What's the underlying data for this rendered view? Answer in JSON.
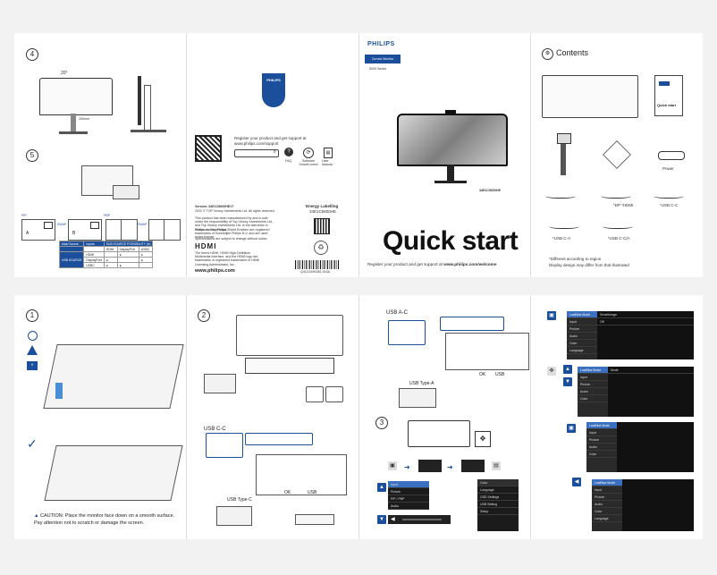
{
  "page": {
    "title": "Philips monitor Quick Start guide"
  },
  "top_left": {
    "step4": "4",
    "tilt": "20°",
    "height": "150mm",
    "step5": "5",
    "pip_label": "PIP",
    "pbp_label": "PBP",
    "swap": "SWAP",
    "a": "A",
    "b": "B",
    "main_source": "Main Source",
    "inputs": "Inputs",
    "sub_source_possibility": "SUB SOURCE POSSIBILITY (xl)",
    "sub_cols": [
      "HDMI",
      "DisplayPort",
      "USBC"
    ],
    "rows": [
      {
        "name": "HDMI",
        "marks": [
          "",
          "●",
          "●"
        ]
      },
      {
        "name": "DisplayPort",
        "marks": [
          "●",
          "",
          "●"
        ]
      },
      {
        "name": "USBC",
        "marks": [
          "●",
          "●",
          ""
        ]
      }
    ],
    "usb_source": "USB SOURCE"
  },
  "top_mid_left": {
    "brand": "PHILIPS",
    "register": "Register your product and get support at",
    "url": "www.philips.com/support",
    "faq": "FAQ",
    "software": "Software SmartControl",
    "user_manual": "User Manual",
    "version": "Version: 34E1C5600HE1T",
    "copyright": "2022 © TOP Victory Investments Ltd. All rights reserved.",
    "legal1": "This product has been manufactured by and is sold under the responsibility of Top Victory Investments Ltd., and Top Victory Investments Ltd. is the warrantor in relation to this product.",
    "legal2": "Philips and the Philips Shield Emblem are registered trademarks of Koninklijke Philips N.V. and are used under license.",
    "spec_note": "Specifications are subject to change without notice.",
    "hdmi": "HDMI",
    "hdmi_legal": "The terms HDMI, HDMI High-Definition Multimedia Interface, and the HDMI logo are trademarks or registered trademarks of HDMI Licensing Administrator, Inc.",
    "energy": "Energy Labelling",
    "energy_model": "34E1C5600HE",
    "barcode_text": "Q41G3490381 543A",
    "footer_url": "www.philips.com"
  },
  "top_cover": {
    "brand": "PHILIPS",
    "product_line": "Curved Monitor",
    "series": "5000 Series",
    "model": "34E1C5600HE",
    "title": "Quick start",
    "register": "Register your product and get support at",
    "register_url": "www.philips.com/welcome"
  },
  "top_contents": {
    "title": "Contents",
    "quick_start": "Quick start",
    "power": "Power",
    "dp_hdmi": "*DP  *HDMI",
    "usb_cc": "*USB C-C",
    "usb_ca": "*USB C-A",
    "usb_cca": "*USB C-C/A",
    "note1": "*Different according to region",
    "note2": "Display design may differ from that illustrated"
  },
  "bottom_left": {
    "step1": "1",
    "caution": "CAUTION: Place the monitor face down on a smooth surface. Pay attention not to scratch or damage the screen."
  },
  "bottom_mid_left": {
    "step2": "2",
    "usb_cc": "USB C-C",
    "usb_type_c": "USB Type-C",
    "ok": "OK",
    "usb": "USB"
  },
  "bottom_mid_right": {
    "usb_ac": "USB A-C",
    "usb_type_a": "USB Type-A",
    "ok": "OK",
    "usb": "USB",
    "step3": "3",
    "menu_items": [
      "Input",
      "Picture",
      "PIP / PBP",
      "Audio",
      "Color",
      "Language",
      "OSD Settings",
      "USB Setting",
      "Setup"
    ]
  },
  "bottom_right": {
    "osd_left": [
      "LowBlue Mode",
      "Input",
      "Picture",
      "Audio",
      "Color",
      "Language"
    ],
    "osd_right_head": [
      "SmartImage",
      "Off",
      "Mode"
    ]
  }
}
